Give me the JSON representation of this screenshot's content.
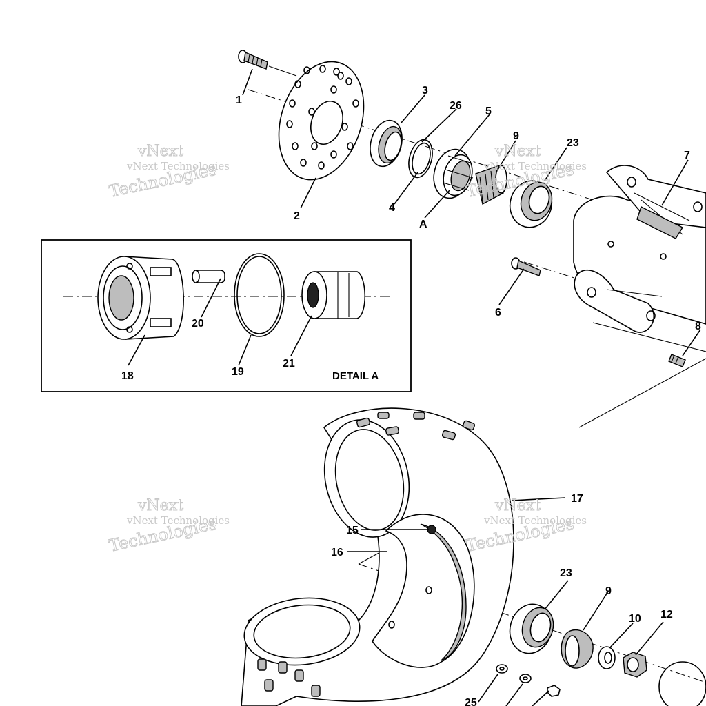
{
  "parts": [
    {
      "id": "p1",
      "label": "1"
    },
    {
      "id": "p2",
      "label": "2"
    },
    {
      "id": "p3",
      "label": "3"
    },
    {
      "id": "p26",
      "label": "26"
    },
    {
      "id": "p5",
      "label": "5"
    },
    {
      "id": "p9a",
      "label": "9"
    },
    {
      "id": "p23a",
      "label": "23"
    },
    {
      "id": "p7",
      "label": "7"
    },
    {
      "id": "p4",
      "label": "4"
    },
    {
      "id": "pA",
      "label": "A"
    },
    {
      "id": "p6",
      "label": "6"
    },
    {
      "id": "p8",
      "label": "8"
    },
    {
      "id": "p20",
      "label": "20"
    },
    {
      "id": "p18",
      "label": "18"
    },
    {
      "id": "p19",
      "label": "19"
    },
    {
      "id": "p21",
      "label": "21"
    },
    {
      "id": "p17",
      "label": "17"
    },
    {
      "id": "p15",
      "label": "15"
    },
    {
      "id": "p16",
      "label": "16"
    },
    {
      "id": "p23b",
      "label": "23"
    },
    {
      "id": "p9b",
      "label": "9"
    },
    {
      "id": "p10",
      "label": "10"
    },
    {
      "id": "p12",
      "label": "12"
    },
    {
      "id": "p25",
      "label": "25"
    }
  ],
  "detail_label": "DETAIL A",
  "watermark": {
    "line1": "vNext",
    "line2": "vNext Technologies",
    "line3": "Technologies"
  }
}
